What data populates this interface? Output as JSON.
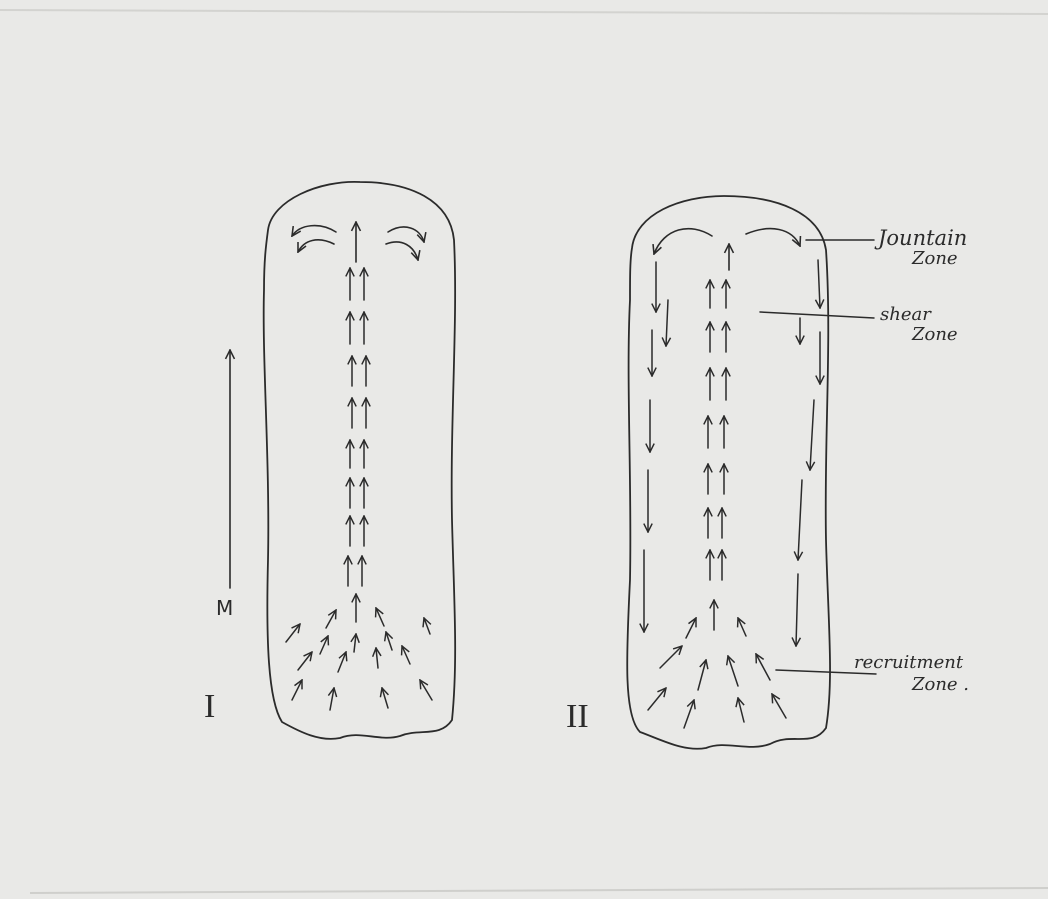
{
  "figure": {
    "diagram_one": {
      "roman_label": "I",
      "axis_label": "M"
    },
    "diagram_two": {
      "roman_label": "II",
      "annotations": {
        "fountain_zone": [
          "Jountain",
          "Zone"
        ],
        "shear_zone": [
          "shear",
          "Zone"
        ],
        "recruitment_zone": [
          "recruitment",
          "Zone ."
        ]
      }
    }
  }
}
